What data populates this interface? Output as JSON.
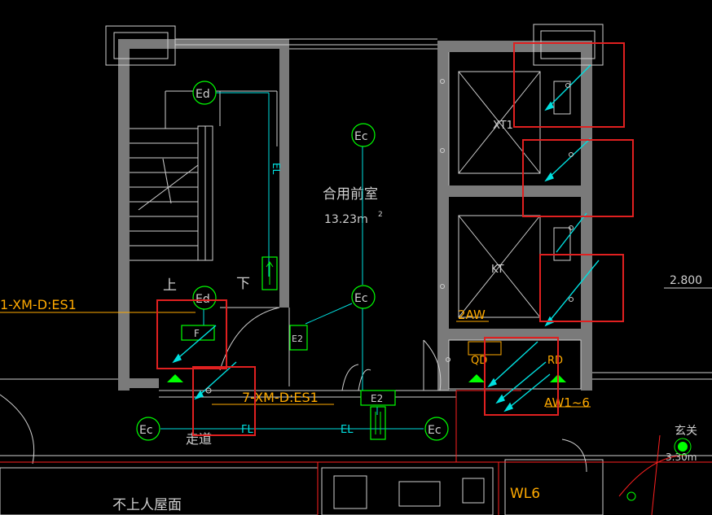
{
  "colors": {
    "background": "#000000",
    "wall": "#808080",
    "line_white": "#d0d0d0",
    "cyan": "#00ffff",
    "green": "#00ff00",
    "yellow": "#ffaa00",
    "red": "#ff0000",
    "highlight": "#e02020"
  },
  "labels": {
    "room_name": "合用前室",
    "room_area": "13.23m",
    "room_area_sup": "2",
    "elevator_1": "XT1",
    "elevator_2": "KT",
    "up": "上",
    "down": "下",
    "corridor": "走道",
    "roof": "不上人屋面",
    "level": "2.800",
    "circuit_left": "1-XM-D:ES1",
    "circuit_bottom": "7-XM-D:ES1",
    "panel_2aw": "2AW",
    "panel_aw": "AW1~6",
    "wl": "WL6",
    "qd": "QD",
    "rd": "RD",
    "xuanguan": "玄关",
    "xuanguan_level": "3.30m",
    "cable_el": "EL",
    "cable_fl": "FL"
  },
  "symbols": {
    "ed": "Ed",
    "ec": "Ec",
    "e2": "E2",
    "f": "F"
  }
}
